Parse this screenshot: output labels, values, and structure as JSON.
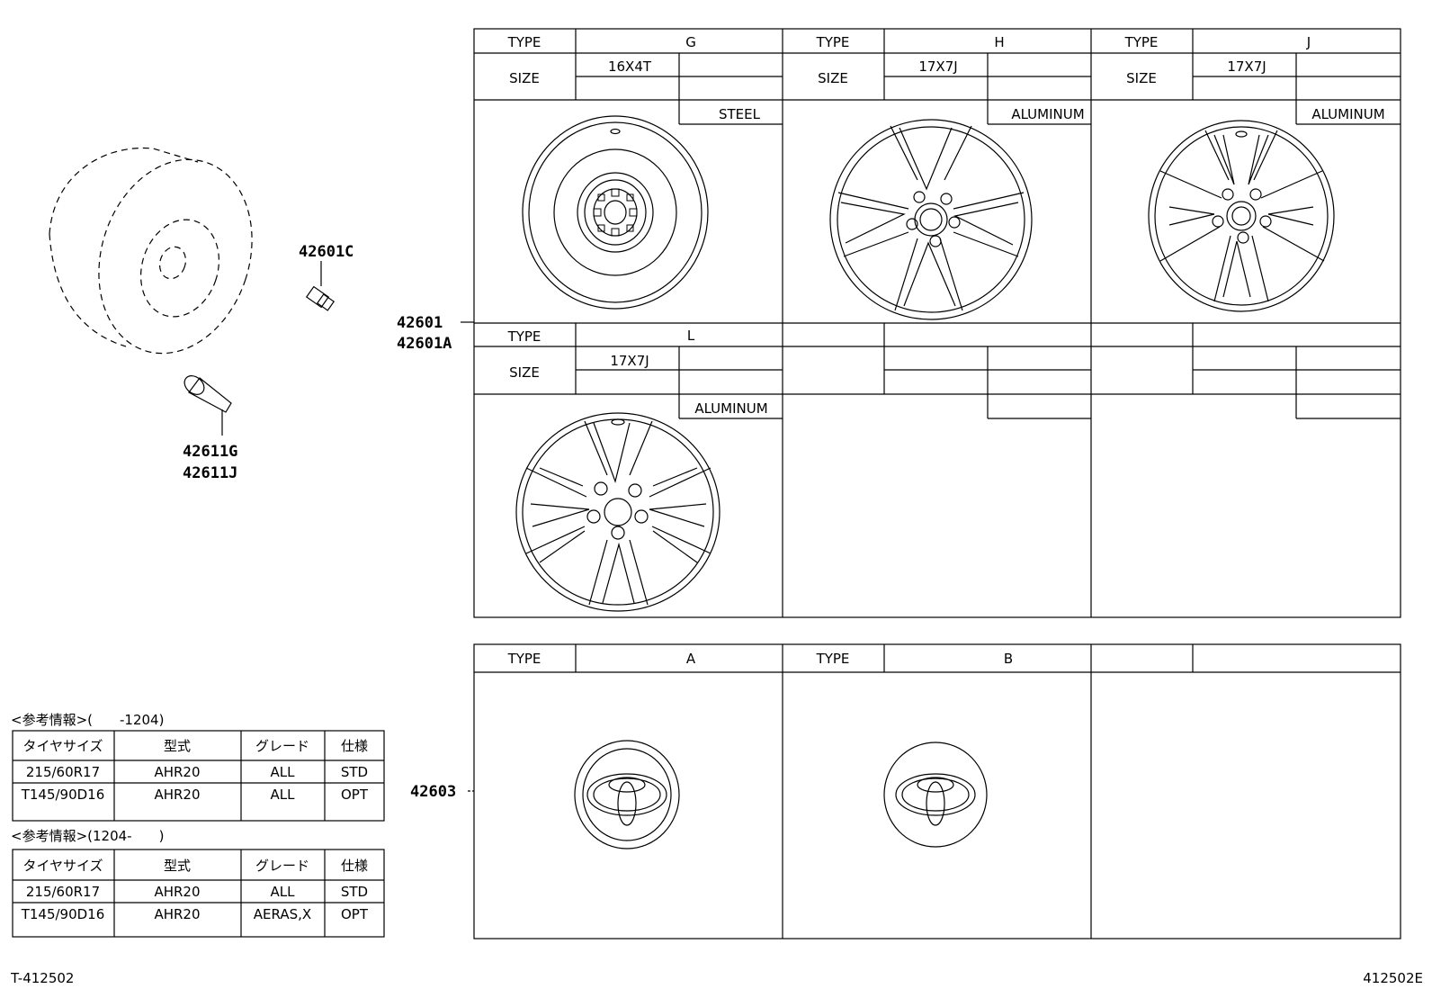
{
  "part_numbers": {
    "valve_nut": "42601C",
    "valve_a": "42611G",
    "valve_b": "42611J",
    "wheel_a": "42601",
    "wheel_b": "42601A",
    "cap": "42603"
  },
  "wheel_table": {
    "type_label": "TYPE",
    "size_label": "SIZE",
    "columns": [
      {
        "type": "G",
        "size": "16X4T",
        "material": "STEEL"
      },
      {
        "type": "H",
        "size": "17X7J",
        "material": "ALUMINUM"
      },
      {
        "type": "J",
        "size": "17X7J",
        "material": "ALUMINUM"
      },
      {
        "type": "L",
        "size": "17X7J",
        "material": "ALUMINUM"
      }
    ]
  },
  "cap_table": {
    "type_label": "TYPE",
    "columns": [
      {
        "type": "A"
      },
      {
        "type": "B"
      }
    ]
  },
  "reference": {
    "header1": "<参考情報>(　　-1204)",
    "header2": "<参考情報>(1204-　　)",
    "columns": [
      "タイヤサイズ",
      "型式",
      "グレード",
      "仕様"
    ],
    "rows1": [
      [
        "215/60R17",
        "AHR20",
        "ALL",
        "STD"
      ],
      [
        "T145/90D16",
        "AHR20",
        "ALL",
        "OPT"
      ]
    ],
    "rows2": [
      [
        "215/60R17",
        "AHR20",
        "ALL",
        "STD"
      ],
      [
        "T145/90D16",
        "AHR20",
        "AERAS,X",
        "OPT"
      ]
    ]
  },
  "footer": {
    "left_code": "T-412502",
    "right_code": "412502E"
  }
}
